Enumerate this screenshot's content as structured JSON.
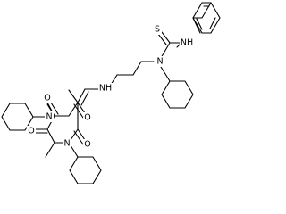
{
  "molecule": {
    "atom_labels": {
      "thio_s": "S",
      "thio_nh": "NH",
      "thio_n": "N",
      "amine_nh": "NH",
      "o_top_left": "O",
      "o_top_right": "O",
      "o_bottom_right": "O",
      "o_mid": "O",
      "n_ring_left": "N",
      "n_ring_right": "N"
    }
  }
}
